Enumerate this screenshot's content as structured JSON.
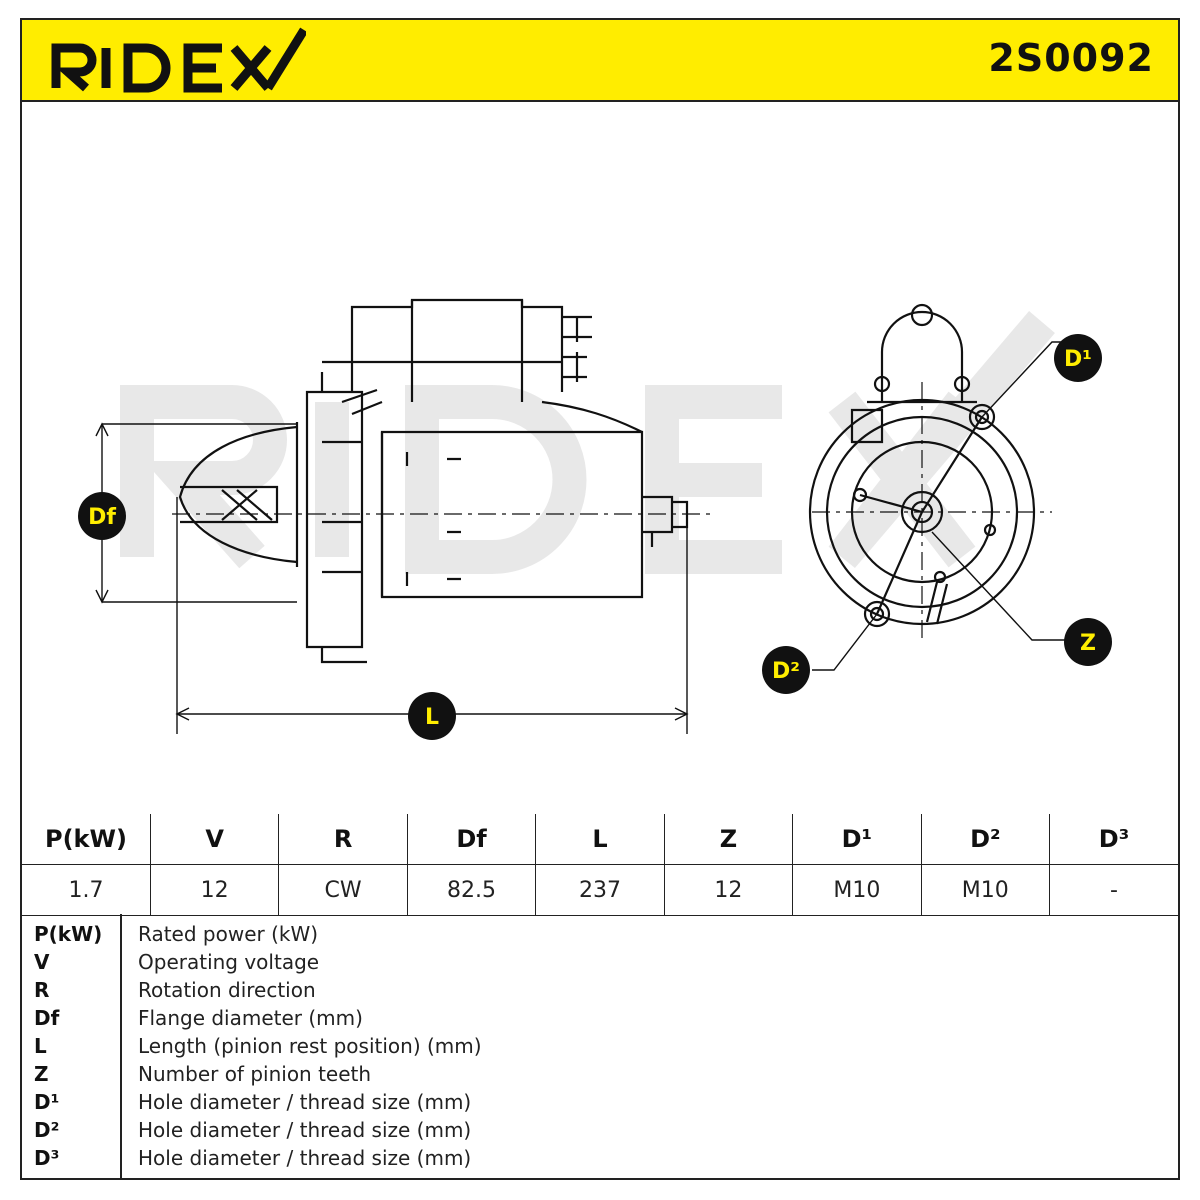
{
  "header": {
    "brand": "RIDEX",
    "part_number": "2S0092",
    "brand_color": "#ffed00"
  },
  "drawing": {
    "labels": {
      "df": "Df",
      "l": "L",
      "d1": "D¹",
      "d2": "D²",
      "z": "Z"
    }
  },
  "specs": {
    "headers": [
      "P(kW)",
      "V",
      "R",
      "Df",
      "L",
      "Z",
      "D¹",
      "D²",
      "D³"
    ],
    "values": [
      "1.7",
      "12",
      "CW",
      "82.5",
      "237",
      "12",
      "M10",
      "M10",
      "-"
    ]
  },
  "legend": [
    {
      "abbr": "P(kW)",
      "desc": "Rated power (kW)"
    },
    {
      "abbr": "V",
      "desc": "Operating voltage"
    },
    {
      "abbr": "R",
      "desc": "Rotation direction"
    },
    {
      "abbr": "Df",
      "desc": "Flange diameter (mm)"
    },
    {
      "abbr": "L",
      "desc": "Length (pinion rest position) (mm)"
    },
    {
      "abbr": "Z",
      "desc": "Number of pinion teeth"
    },
    {
      "abbr": "D¹",
      "desc": "Hole diameter / thread size (mm)"
    },
    {
      "abbr": "D²",
      "desc": "Hole diameter / thread size (mm)"
    },
    {
      "abbr": "D³",
      "desc": "Hole diameter / thread size (mm)"
    }
  ]
}
